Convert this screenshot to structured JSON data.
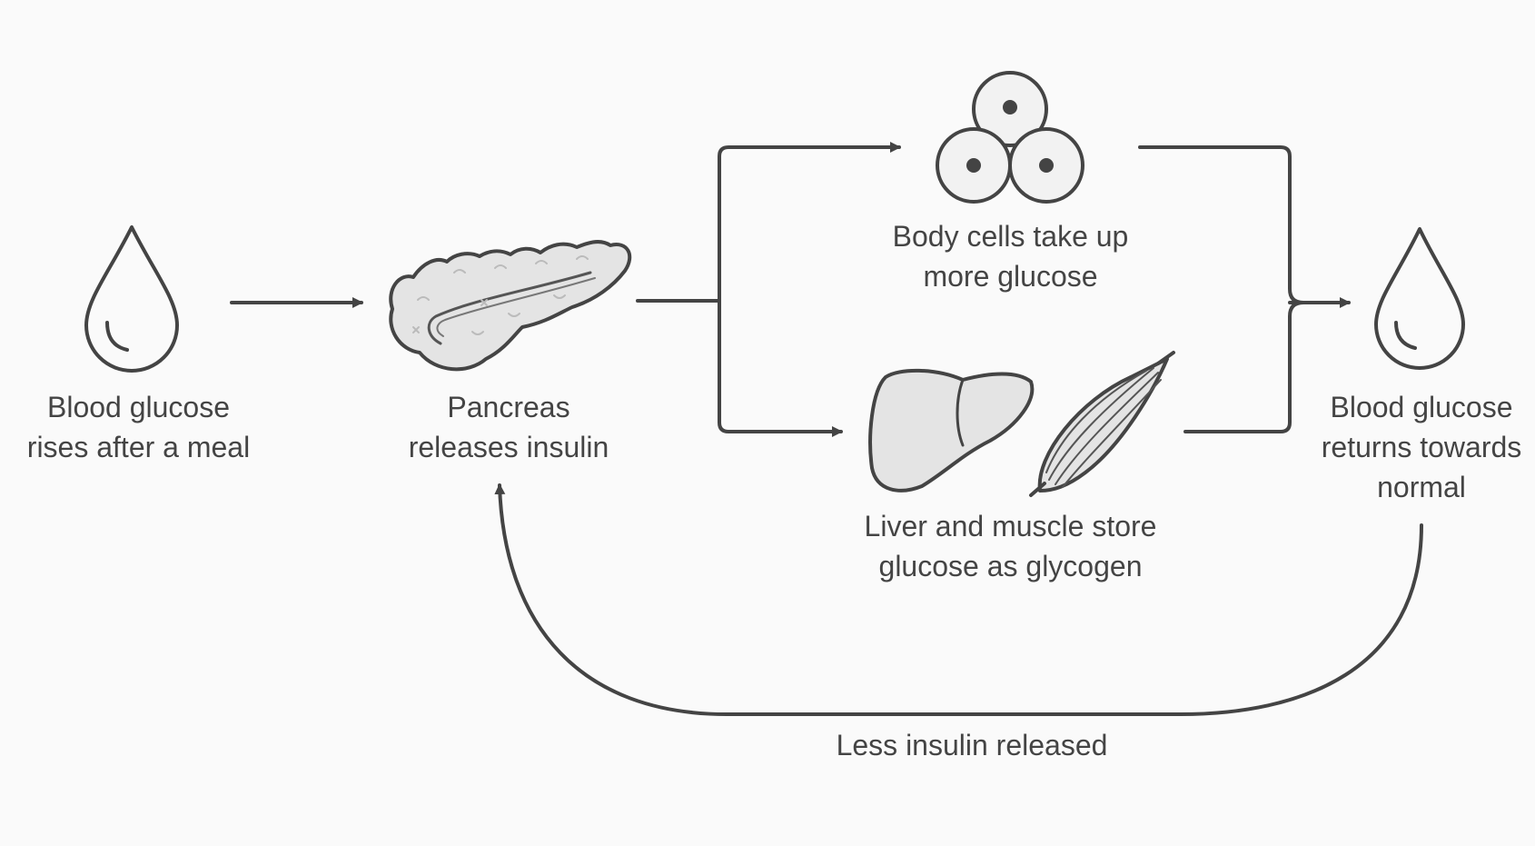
{
  "nodes": {
    "glucose_rises": {
      "lines": [
        "Blood glucose",
        "rises after a meal"
      ]
    },
    "pancreas": {
      "lines": [
        "Pancreas",
        "releases insulin"
      ]
    },
    "body_cells": {
      "lines": [
        "Body cells take up",
        "more glucose"
      ]
    },
    "liver_muscle": {
      "lines": [
        "Liver and muscle store",
        "glucose as glycogen"
      ]
    },
    "glucose_normal": {
      "lines": [
        "Blood glucose",
        "returns towards",
        "normal"
      ]
    }
  },
  "feedback": {
    "label": "Less insulin released"
  },
  "icons": {
    "drop_left": "blood-drop-icon",
    "pancreas": "pancreas-icon",
    "cells": "body-cells-icon",
    "liver": "liver-icon",
    "muscle": "muscle-icon",
    "drop_right": "blood-drop-icon"
  },
  "colors": {
    "line": "#444444",
    "organ_fill": "#e4e4e4",
    "cell_fill": "#f2f2f2",
    "background": "#fafafa"
  }
}
